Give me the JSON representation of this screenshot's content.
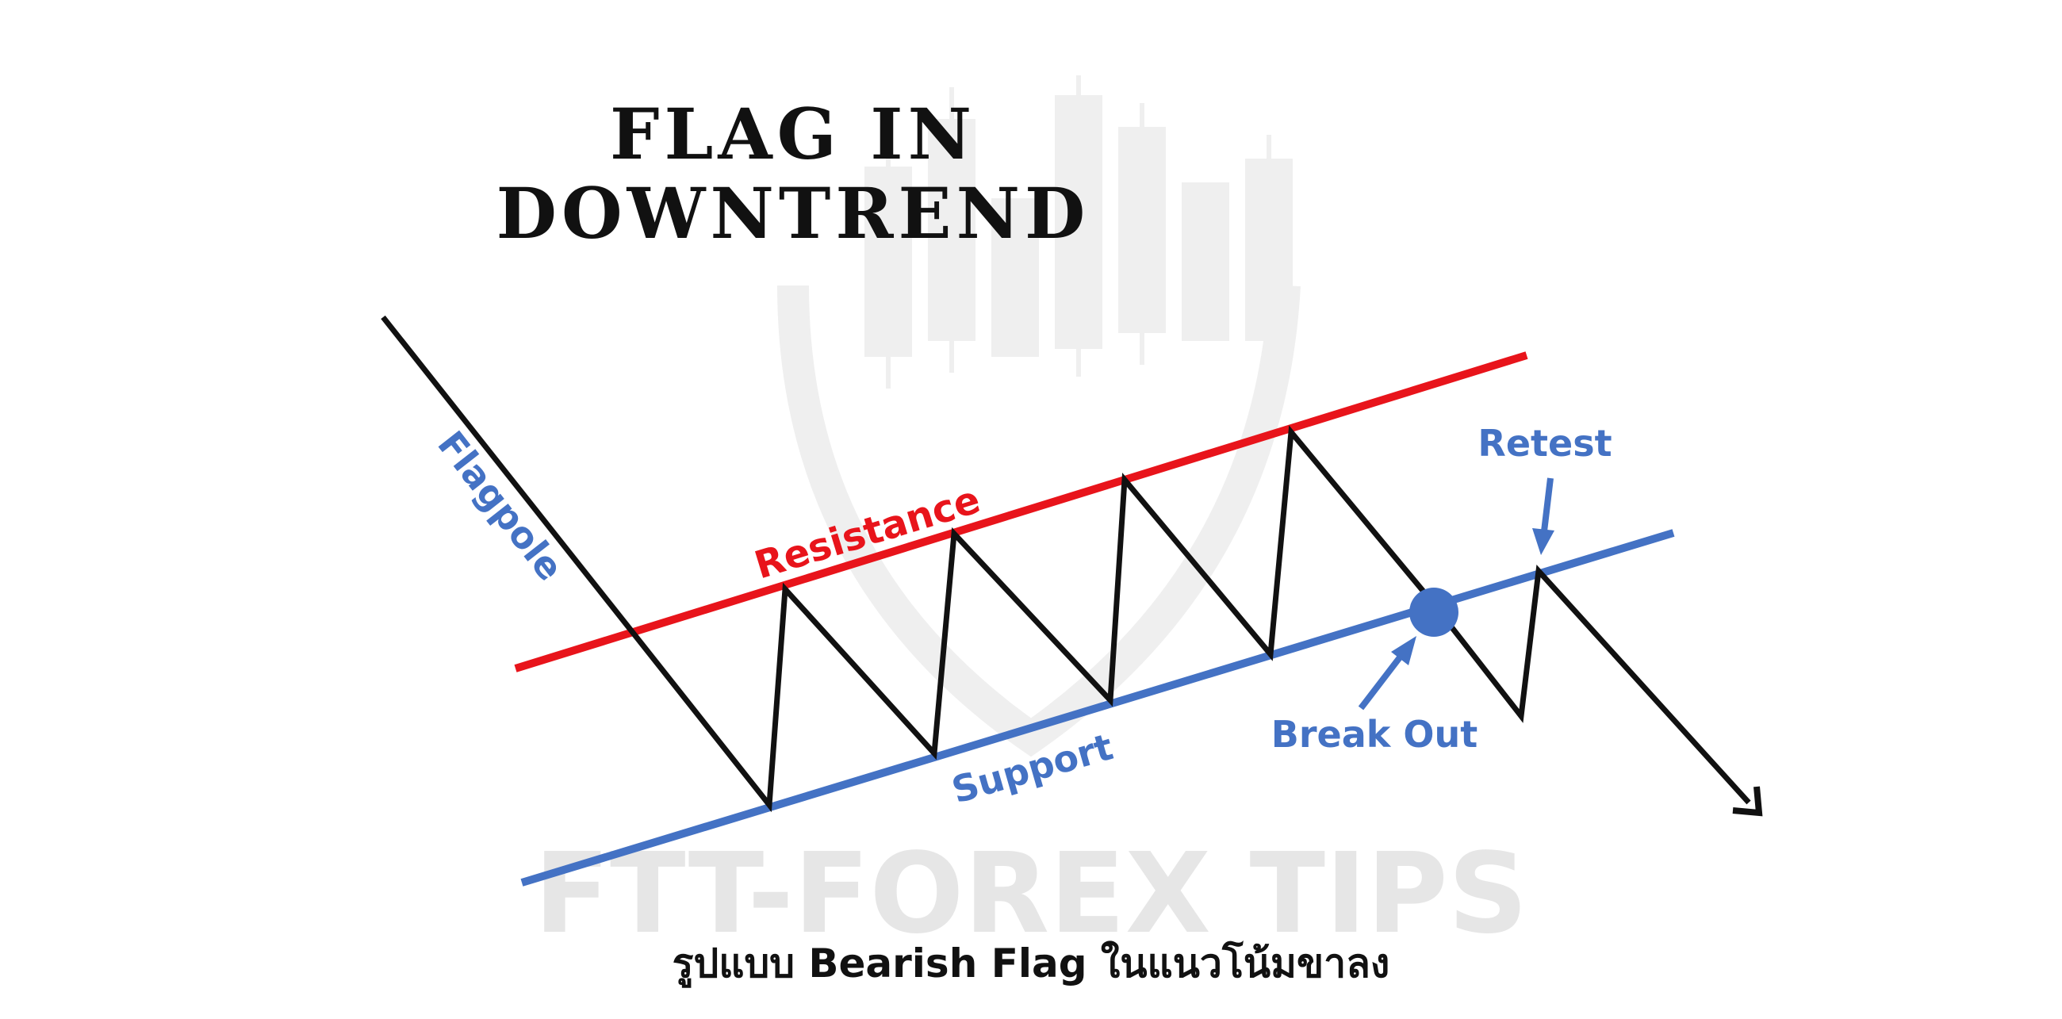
{
  "title": {
    "line1": "FLAG IN",
    "line2": "DOWNTREND"
  },
  "labels": {
    "flagpole": "Flagpole",
    "resistance": "Resistance",
    "support": "Support",
    "break_out": "Break Out",
    "retest": "Retest"
  },
  "caption": "รูปแบบ Bearish Flag ในแนวโน้มขาลง",
  "watermark": {
    "text": "FTT-FOREX TIPS"
  },
  "colors": {
    "price_line": "#111111",
    "resistance": "#e8141b",
    "support": "#4472c4",
    "label_blue": "#4472c4",
    "label_red": "#e8141b",
    "watermark": "#e6e6e6"
  },
  "icons": {
    "break_out_marker": "filled-circle-icon",
    "trend_arrow": "arrow-head-icon"
  }
}
